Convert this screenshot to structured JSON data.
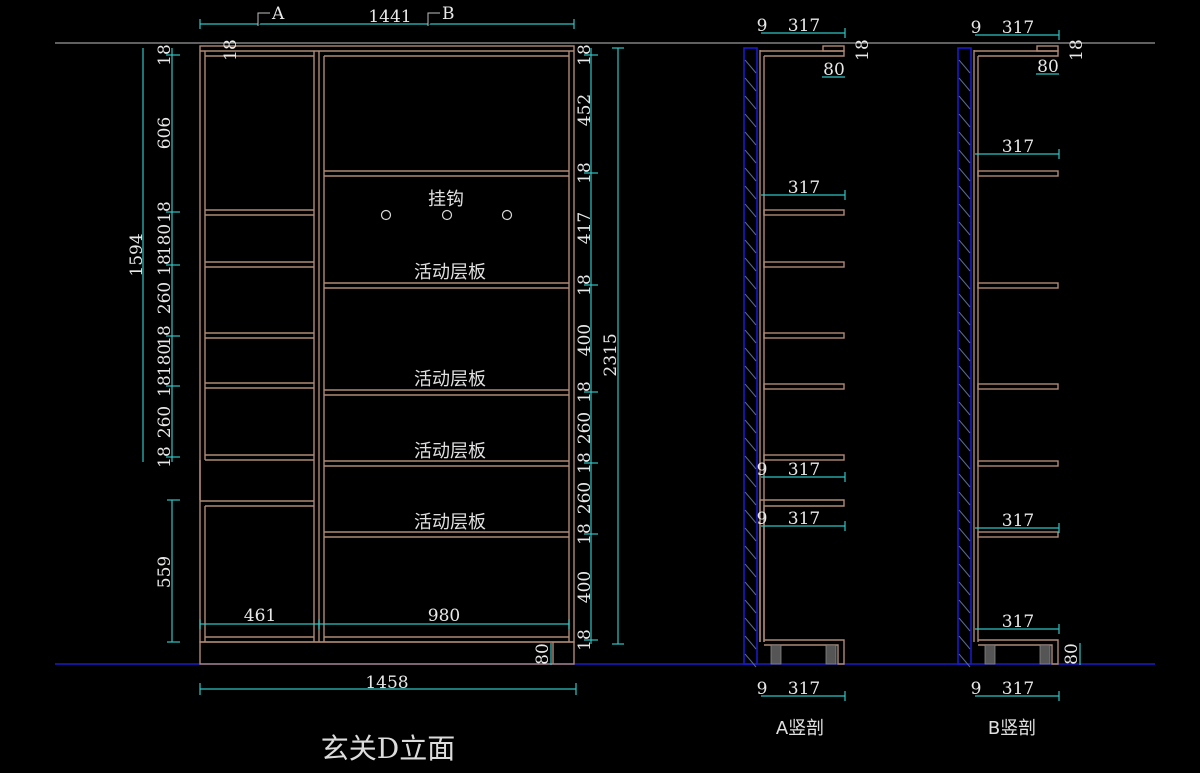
{
  "drawing": {
    "title": "玄关D立面",
    "section_markers": [
      "A",
      "B"
    ],
    "colors": {
      "cabinet": "#b08a74",
      "dimension": "#2fc4c4",
      "wall": "#1a1acc",
      "background": "#000000",
      "text": "#e8e8e8"
    }
  },
  "elevation": {
    "top_width": "1441",
    "bottom_width": "1458",
    "left_inner_width": "461",
    "right_inner_width": "980",
    "plinth_height": "80",
    "top_board": "18",
    "left_overall": "1594",
    "left_lower": "559",
    "right_overall": "2315",
    "left_segments": [
      "18",
      "606",
      "18",
      "180",
      "18",
      "260",
      "18",
      "180",
      "18",
      "260",
      "18"
    ],
    "right_segments": [
      "18",
      "452",
      "18",
      "417",
      "18",
      "400",
      "18",
      "260",
      "18",
      "260",
      "18",
      "400",
      "18"
    ],
    "labels": {
      "hooks": "挂钩",
      "shelf1": "活动层板",
      "shelf2": "活动层板",
      "shelf3": "活动层板",
      "shelf4": "活动层板"
    }
  },
  "section_a": {
    "label": "A竖剖",
    "top_gap": "9",
    "top_depth": "317",
    "top_board": "18",
    "lip": "80",
    "shelf_depth": "317",
    "mid1_gap": "9",
    "mid1_depth": "317",
    "mid2_gap": "9",
    "mid2_depth": "317",
    "bottom_gap": "9",
    "bottom_depth": "317"
  },
  "section_b": {
    "label": "B竖剖",
    "top_gap": "9",
    "top_depth": "317",
    "top_board": "18",
    "lip": "80",
    "shelf_depth": "317",
    "mid_depth": "317",
    "low_depth": "317",
    "plinth": "80",
    "bottom_gap": "9",
    "bottom_depth": "317"
  }
}
